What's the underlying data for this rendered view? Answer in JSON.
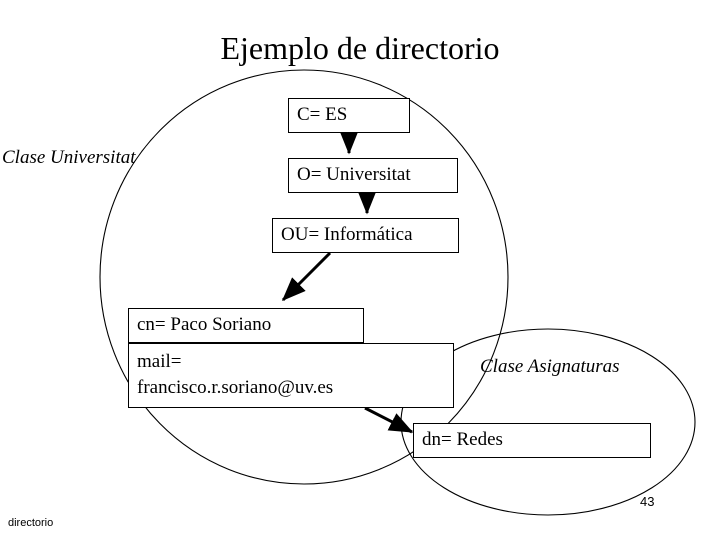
{
  "slide": {
    "title": "Ejemplo de directorio",
    "footer_label": "directorio",
    "page_number": "43",
    "background_color": "#ffffff",
    "line_color": "#000000"
  },
  "class_labels": {
    "universitat": "Clase Universitat",
    "asignaturas": "Clase Asignaturas"
  },
  "nodes": [
    {
      "id": "c",
      "text": "C= ES"
    },
    {
      "id": "o",
      "text": "O= Universitat"
    },
    {
      "id": "ou",
      "text": "OU= Informática"
    },
    {
      "id": "cn",
      "text": "cn= Paco Soriano"
    },
    {
      "id": "mail",
      "text": "mail=\nfrancisco.r.soriano@uv.es"
    },
    {
      "id": "dn",
      "text": "dn= Redes"
    }
  ],
  "connectors": [
    {
      "from": "c",
      "to": "o",
      "style": "vertical-arrow"
    },
    {
      "from": "o",
      "to": "ou",
      "style": "vertical-arrow"
    },
    {
      "from": "ou",
      "to": "cn",
      "style": "diagonal-arrow"
    },
    {
      "from": "mail",
      "to": "dn",
      "style": "diagonal-arrow"
    }
  ],
  "groupings": [
    {
      "id": "universitat-ellipse",
      "label": "Clase Universitat",
      "shape": "ellipse"
    },
    {
      "id": "asignaturas-ellipse",
      "label": "Clase Asignaturas",
      "shape": "ellipse"
    }
  ]
}
